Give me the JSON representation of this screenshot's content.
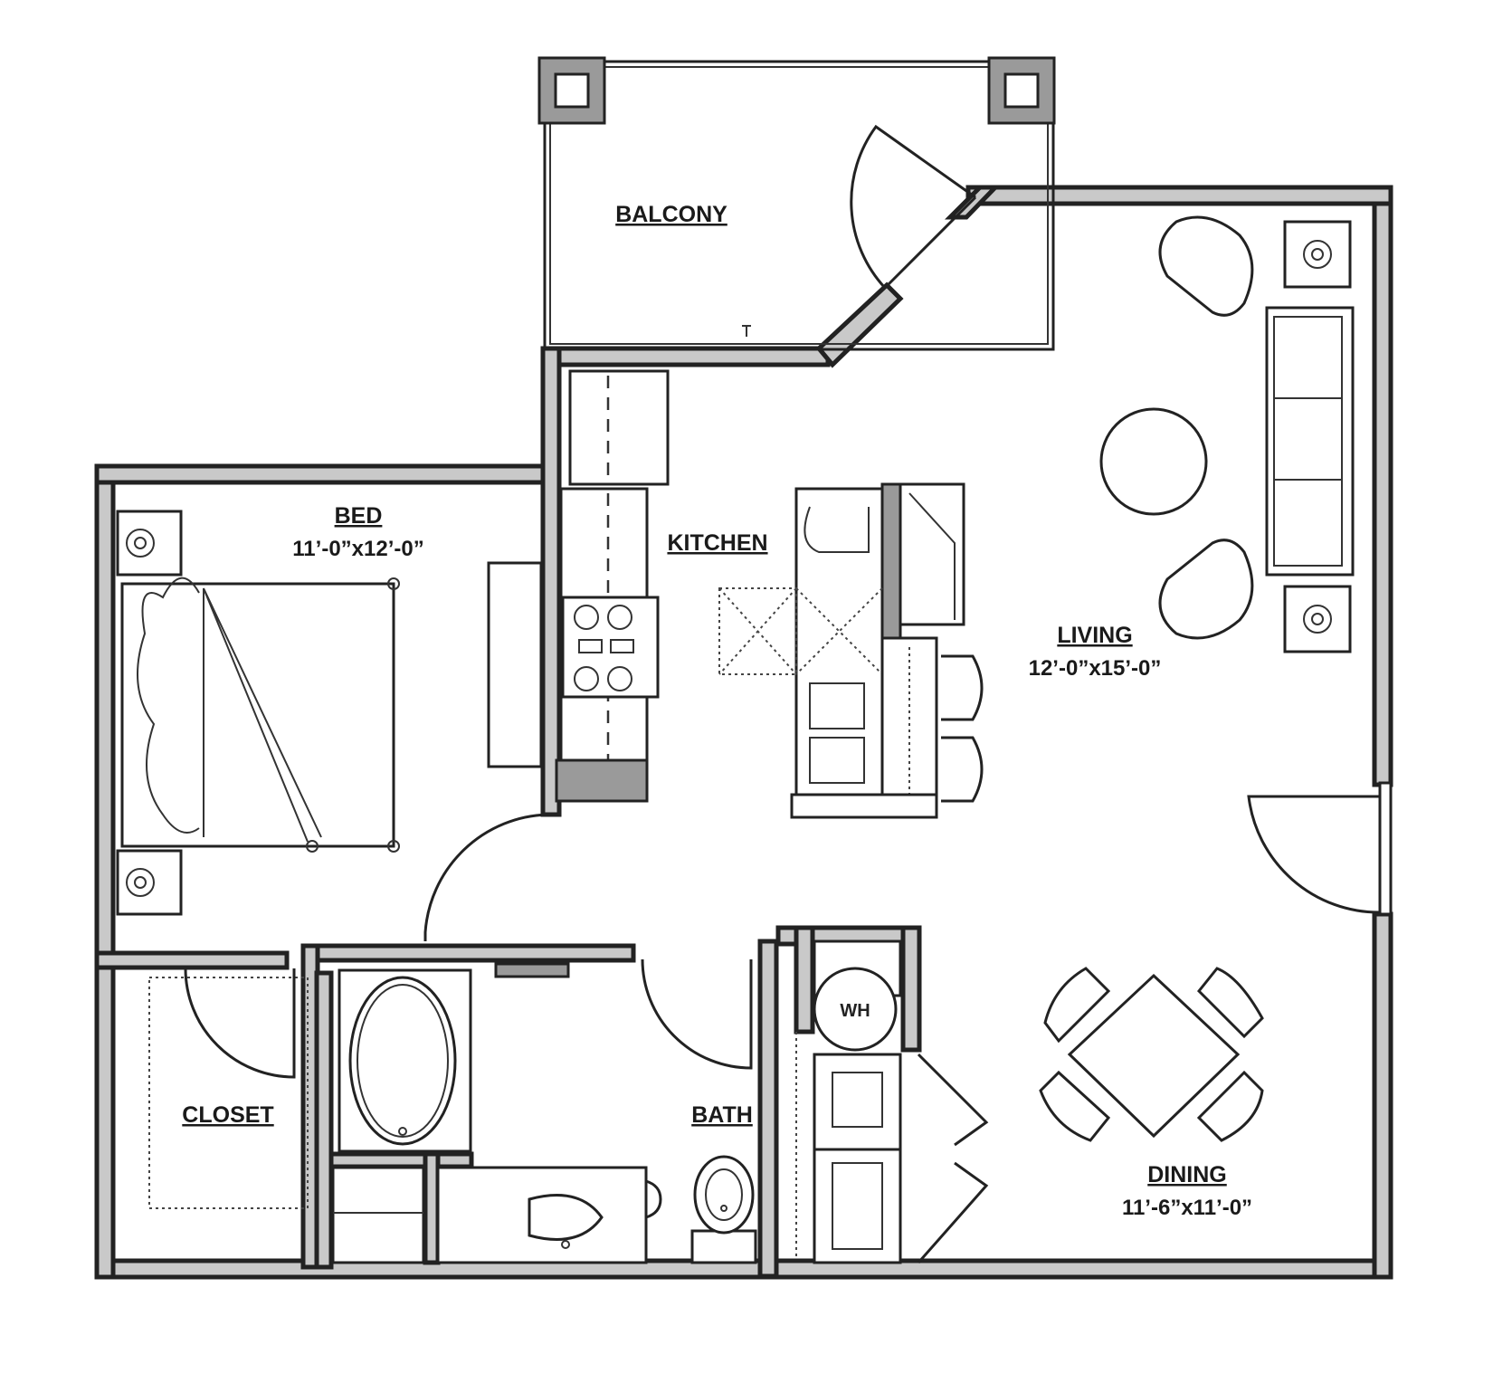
{
  "rooms": {
    "balcony": {
      "label": "BALCONY"
    },
    "bed": {
      "label": "BED",
      "dimensions": "11’-0”x12’-0”"
    },
    "kitchen": {
      "label": "KITCHEN"
    },
    "living": {
      "label": "LIVING",
      "dimensions": "12’-0”x15’-0”"
    },
    "closet": {
      "label": "CLOSET"
    },
    "bath": {
      "label": "BATH"
    },
    "dining": {
      "label": "DINING",
      "dimensions": "11’-6”x11’-0”"
    }
  },
  "fixtures": {
    "water_heater": {
      "label": "WH"
    }
  }
}
